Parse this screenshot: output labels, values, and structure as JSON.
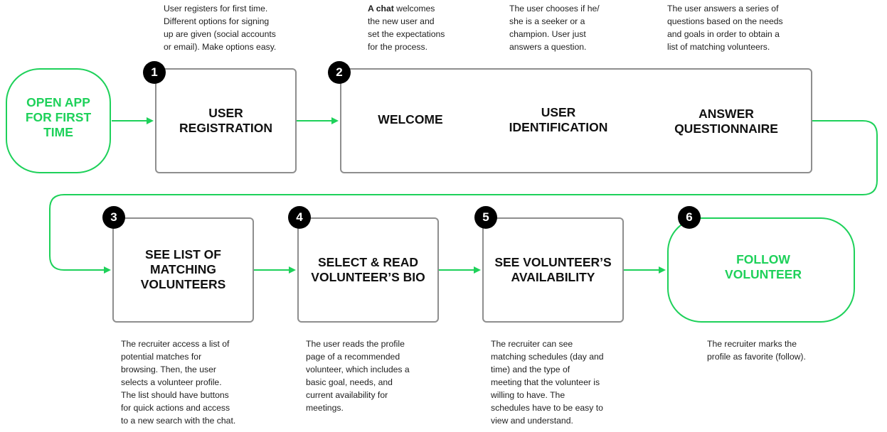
{
  "colors": {
    "accent": "#1ed15a",
    "box_border": "#8e8e8e",
    "badge": "#000000"
  },
  "start": {
    "label": "OPEN APP\nFOR FIRST\nTIME"
  },
  "steps": [
    {
      "number": "1",
      "label": "USER\nREGISTRATION",
      "note": "User registers for first time.\nDifferent options for signing\nup are given (social accounts\nor email). Make options easy."
    },
    {
      "number": "2",
      "welcome_label": "WELCOME",
      "welcome_note_lead": "A chat",
      "welcome_note": " welcomes\nthe new user and\nset the expectations\nfor the process.",
      "identification_label": "USER\nIDENTIFICATION",
      "identification_note": "The user chooses if he/\nshe is a seeker or a\nchampion. User just\nanswers a question.",
      "questionnaire_label": "ANSWER\nQUESTIONNAIRE",
      "questionnaire_note": "The user answers a series of\nquestions based on the needs\nand goals in order to obtain a\nlist of matching volunteers."
    },
    {
      "number": "3",
      "label": "SEE LIST OF\nMATCHING\nVOLUNTEERS",
      "note": "The recruiter access a list of\npotential matches for\nbrowsing. Then, the user\nselects a volunteer profile.\nThe list should have buttons\nfor quick actions and access\nto a new search with the chat."
    },
    {
      "number": "4",
      "label": "SELECT & READ\nVOLUNTEER’S BIO",
      "note": "The user reads the profile\npage of a recommended\nvolunteer, which includes a\nbasic goal,  needs, and\ncurrent availability for\nmeetings."
    },
    {
      "number": "5",
      "label": "SEE VOLUNTEER’S\nAVAILABILITY",
      "note": "The recruiter can see\nmatching schedules (day and\ntime) and the type of\nmeeting that the volunteer is\nwilling to have. The\nschedules have to be easy to\nview and understand."
    },
    {
      "number": "6",
      "label": "FOLLOW\nVOLUNTEER",
      "note": "The recruiter marks the\nprofile as favorite (follow)."
    }
  ]
}
